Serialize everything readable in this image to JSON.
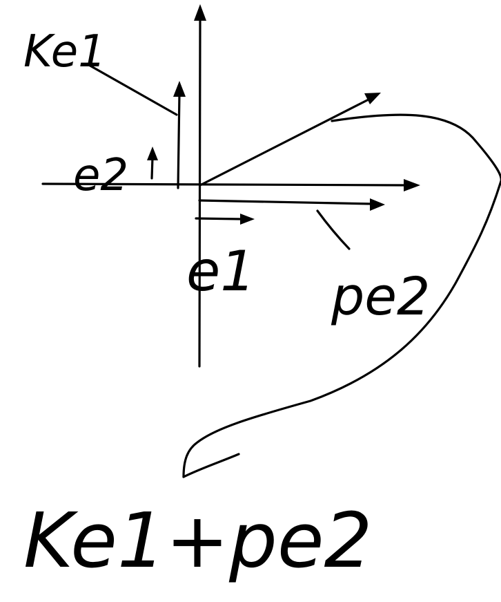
{
  "labels": {
    "k_e1": "Ke1",
    "e2": "e2",
    "e1": "e1",
    "p_e2": "pe2",
    "sum": "Ke1+pe2"
  },
  "colors": {
    "ink": "#000000",
    "paper": "#ffffff"
  }
}
